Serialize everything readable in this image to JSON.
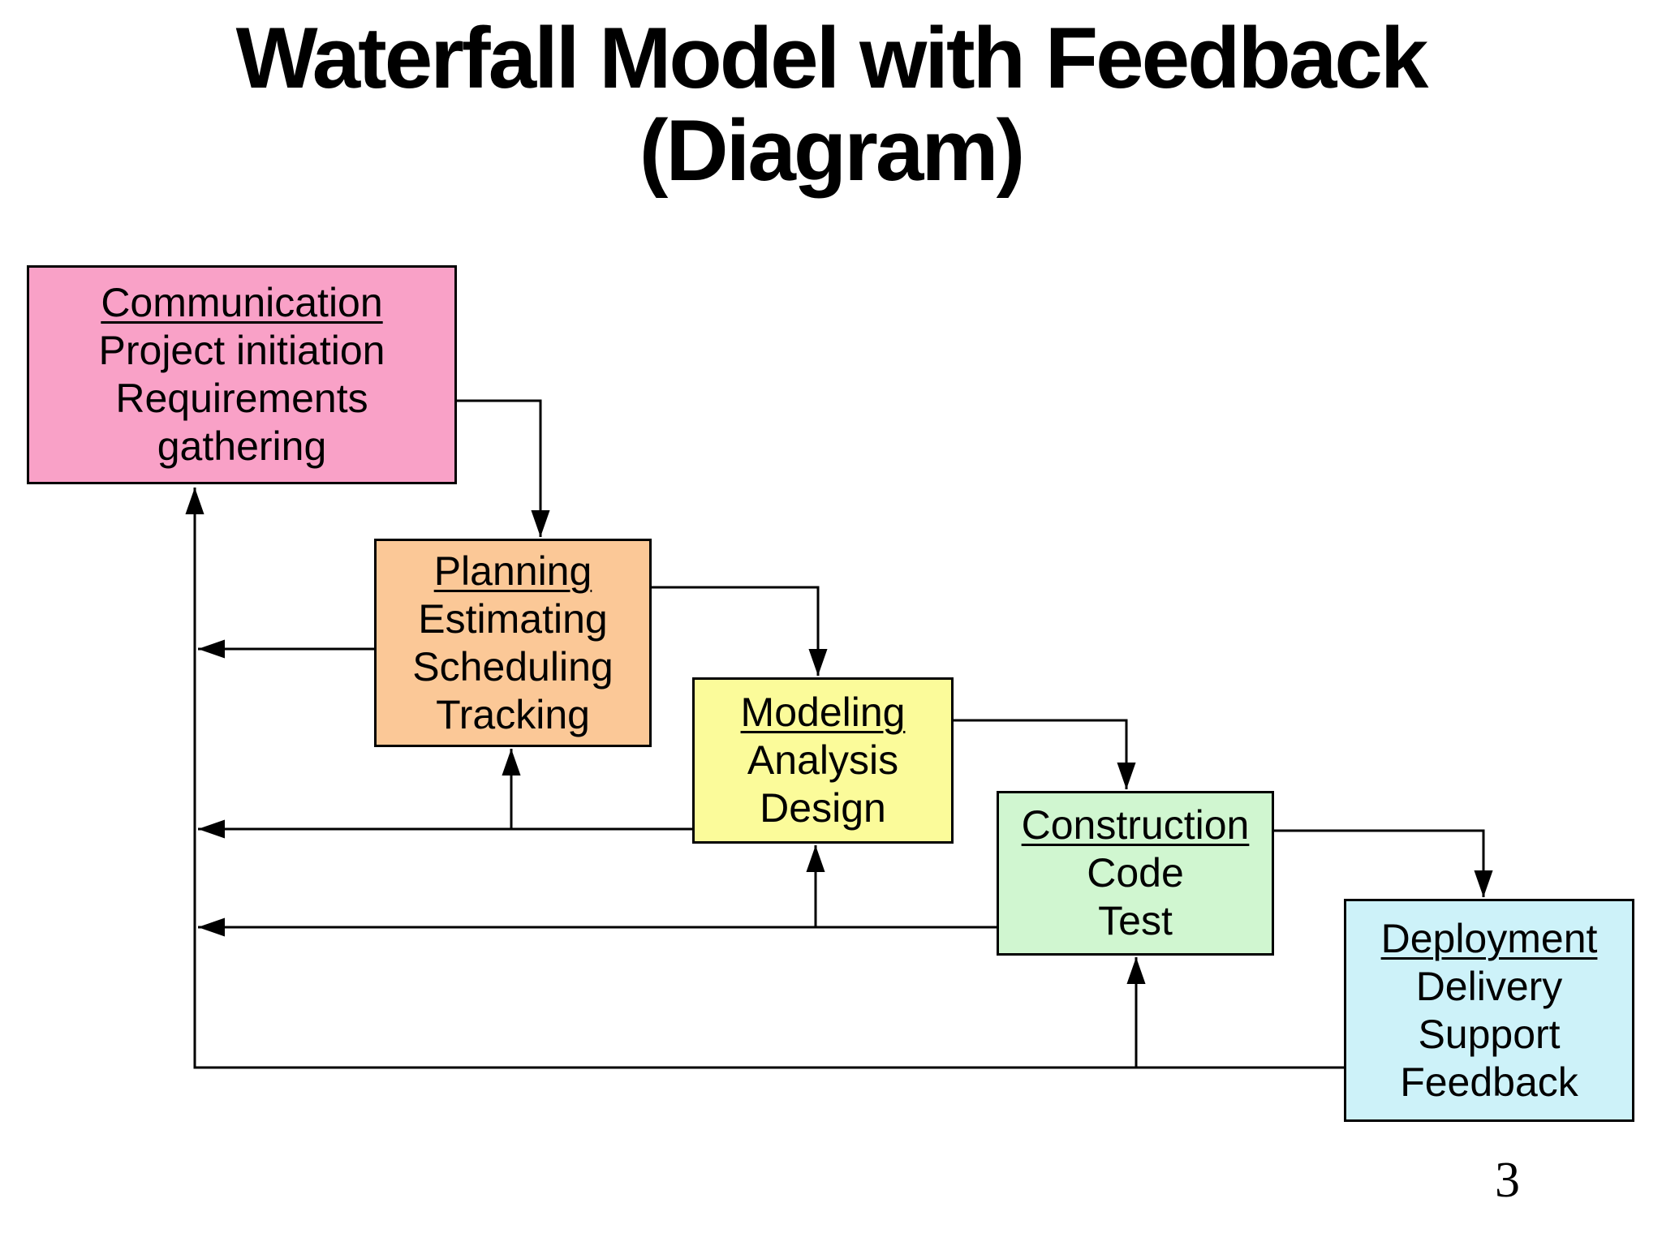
{
  "slide": {
    "title": {
      "line1": "Waterfall Model with Feedback",
      "line2": "(Diagram)"
    },
    "page_number": "3",
    "background_color": "#ffffff"
  },
  "phases": [
    {
      "id": "communication",
      "title": "Communication",
      "lines": [
        "Project initiation",
        "Requirements",
        "gathering"
      ],
      "color": "#f9a1c7"
    },
    {
      "id": "planning",
      "title": "Planning",
      "lines": [
        "Estimating",
        "Scheduling",
        "Tracking"
      ],
      "color": "#fbc897"
    },
    {
      "id": "modeling",
      "title": "Modeling",
      "lines": [
        "Analysis",
        "Design"
      ],
      "color": "#fbfb9a"
    },
    {
      "id": "construction",
      "title": "Construction",
      "lines": [
        "Code",
        "Test"
      ],
      "color": "#d0f6d0"
    },
    {
      "id": "deployment",
      "title": "Deployment",
      "lines": [
        "Delivery",
        "Support",
        "Feedback"
      ],
      "color": "#cdf2f9"
    }
  ],
  "connections": {
    "forward": [
      {
        "from": "Communication",
        "to": "Planning"
      },
      {
        "from": "Planning",
        "to": "Modeling"
      },
      {
        "from": "Modeling",
        "to": "Construction"
      },
      {
        "from": "Construction",
        "to": "Deployment"
      }
    ],
    "feedback": [
      {
        "from": "Deployment",
        "to": "Communication"
      },
      {
        "from": "Planning",
        "to": "Communication"
      },
      {
        "from": "Modeling",
        "to": "Planning"
      },
      {
        "from": "Construction",
        "to": "Modeling"
      },
      {
        "from": "Deployment",
        "to": "Construction"
      }
    ]
  },
  "diagram": {
    "line_color": "#000000",
    "text_color": "#000000"
  }
}
